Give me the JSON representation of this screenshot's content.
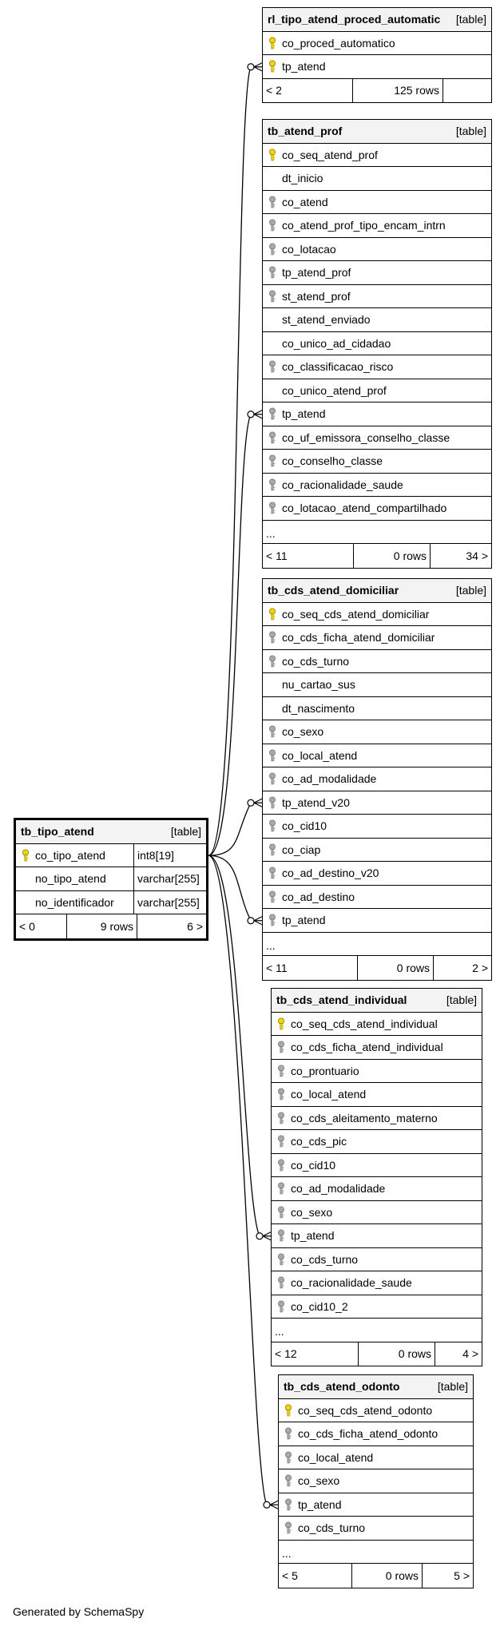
{
  "tables": [
    {
      "id": "rl_tipo_atend_proced_automatic",
      "name": "rl_tipo_atend_proced_automatic",
      "tag": "[table]",
      "columns": [
        {
          "name": "co_proced_automatico",
          "key": "primary"
        },
        {
          "name": "tp_atend",
          "key": "primary"
        }
      ],
      "footer": {
        "parents": "< 2",
        "rows": "125 rows",
        "children": ""
      }
    },
    {
      "id": "tb_atend_prof",
      "name": "tb_atend_prof",
      "tag": "[table]",
      "columns": [
        {
          "name": "co_seq_atend_prof",
          "key": "primary"
        },
        {
          "name": "dt_inicio",
          "key": "none"
        },
        {
          "name": "co_atend",
          "key": "foreign"
        },
        {
          "name": "co_atend_prof_tipo_encam_intrn",
          "key": "foreign"
        },
        {
          "name": "co_lotacao",
          "key": "foreign"
        },
        {
          "name": "tp_atend_prof",
          "key": "foreign"
        },
        {
          "name": "st_atend_prof",
          "key": "foreign"
        },
        {
          "name": "st_atend_enviado",
          "key": "none"
        },
        {
          "name": "co_unico_ad_cidadao",
          "key": "none"
        },
        {
          "name": "co_classificacao_risco",
          "key": "foreign"
        },
        {
          "name": "co_unico_atend_prof",
          "key": "none"
        },
        {
          "name": "tp_atend",
          "key": "foreign"
        },
        {
          "name": "co_uf_emissora_conselho_classe",
          "key": "foreign"
        },
        {
          "name": "co_conselho_classe",
          "key": "foreign"
        },
        {
          "name": "co_racionalidade_saude",
          "key": "foreign"
        },
        {
          "name": "co_lotacao_atend_compartilhado",
          "key": "foreign"
        }
      ],
      "ellipsis": "...",
      "footer": {
        "parents": "< 11",
        "rows": "0 rows",
        "children": "34 >"
      }
    },
    {
      "id": "tb_cds_atend_domiciliar",
      "name": "tb_cds_atend_domiciliar",
      "tag": "[table]",
      "columns": [
        {
          "name": "co_seq_cds_atend_domiciliar",
          "key": "primary"
        },
        {
          "name": "co_cds_ficha_atend_domiciliar",
          "key": "foreign"
        },
        {
          "name": "co_cds_turno",
          "key": "foreign"
        },
        {
          "name": "nu_cartao_sus",
          "key": "none"
        },
        {
          "name": "dt_nascimento",
          "key": "none"
        },
        {
          "name": "co_sexo",
          "key": "foreign"
        },
        {
          "name": "co_local_atend",
          "key": "foreign"
        },
        {
          "name": "co_ad_modalidade",
          "key": "foreign"
        },
        {
          "name": "tp_atend_v20",
          "key": "foreign"
        },
        {
          "name": "co_cid10",
          "key": "foreign"
        },
        {
          "name": "co_ciap",
          "key": "foreign"
        },
        {
          "name": "co_ad_destino_v20",
          "key": "foreign"
        },
        {
          "name": "co_ad_destino",
          "key": "foreign"
        },
        {
          "name": "tp_atend",
          "key": "foreign"
        }
      ],
      "ellipsis": "...",
      "footer": {
        "parents": "< 11",
        "rows": "0 rows",
        "children": "2 >"
      }
    },
    {
      "id": "tb_cds_atend_individual",
      "name": "tb_cds_atend_individual",
      "tag": "[table]",
      "columns": [
        {
          "name": "co_seq_cds_atend_individual",
          "key": "primary"
        },
        {
          "name": "co_cds_ficha_atend_individual",
          "key": "foreign"
        },
        {
          "name": "co_prontuario",
          "key": "foreign"
        },
        {
          "name": "co_local_atend",
          "key": "foreign"
        },
        {
          "name": "co_cds_aleitamento_materno",
          "key": "foreign"
        },
        {
          "name": "co_cds_pic",
          "key": "foreign"
        },
        {
          "name": "co_cid10",
          "key": "foreign"
        },
        {
          "name": "co_ad_modalidade",
          "key": "foreign"
        },
        {
          "name": "co_sexo",
          "key": "foreign"
        },
        {
          "name": "tp_atend",
          "key": "foreign"
        },
        {
          "name": "co_cds_turno",
          "key": "foreign"
        },
        {
          "name": "co_racionalidade_saude",
          "key": "foreign"
        },
        {
          "name": "co_cid10_2",
          "key": "foreign"
        }
      ],
      "ellipsis": "...",
      "footer": {
        "parents": "< 12",
        "rows": "0 rows",
        "children": "4 >"
      }
    },
    {
      "id": "tb_cds_atend_odonto",
      "name": "tb_cds_atend_odonto",
      "tag": "[table]",
      "columns": [
        {
          "name": "co_seq_cds_atend_odonto",
          "key": "primary"
        },
        {
          "name": "co_cds_ficha_atend_odonto",
          "key": "foreign"
        },
        {
          "name": "co_local_atend",
          "key": "foreign"
        },
        {
          "name": "co_sexo",
          "key": "foreign"
        },
        {
          "name": "tp_atend",
          "key": "foreign"
        },
        {
          "name": "co_cds_turno",
          "key": "foreign"
        }
      ],
      "ellipsis": "...",
      "footer": {
        "parents": "< 5",
        "rows": "0 rows",
        "children": "5 >"
      }
    },
    {
      "id": "tb_tipo_atend",
      "name": "tb_tipo_atend",
      "tag": "[table]",
      "focus": true,
      "columns": [
        {
          "name": "co_tipo_atend",
          "key": "primary",
          "type": "int8[19]"
        },
        {
          "name": "no_tipo_atend",
          "key": "none",
          "type": "varchar[255]"
        },
        {
          "name": "no_identificador",
          "key": "none",
          "type": "varchar[255]"
        }
      ],
      "footer": {
        "parents": "< 0",
        "rows": "9 rows",
        "children": "6 >"
      }
    }
  ],
  "relationships": [
    {
      "from": "tb_tipo_atend.co_tipo_atend",
      "to": "rl_tipo_atend_proced_automatic.tp_atend"
    },
    {
      "from": "tb_tipo_atend.co_tipo_atend",
      "to": "tb_atend_prof.tp_atend"
    },
    {
      "from": "tb_tipo_atend.co_tipo_atend",
      "to": "tb_cds_atend_domiciliar.tp_atend_v20"
    },
    {
      "from": "tb_tipo_atend.co_tipo_atend",
      "to": "tb_cds_atend_domiciliar.tp_atend"
    },
    {
      "from": "tb_tipo_atend.co_tipo_atend",
      "to": "tb_cds_atend_individual.tp_atend"
    },
    {
      "from": "tb_tipo_atend.co_tipo_atend",
      "to": "tb_cds_atend_odonto.tp_atend"
    }
  ],
  "colors": {
    "primary_key": "#f2d600",
    "foreign_key": "#a8a8a8",
    "header_bg": "#f3f3f3"
  },
  "footer_note": "Generated by SchemaSpy"
}
